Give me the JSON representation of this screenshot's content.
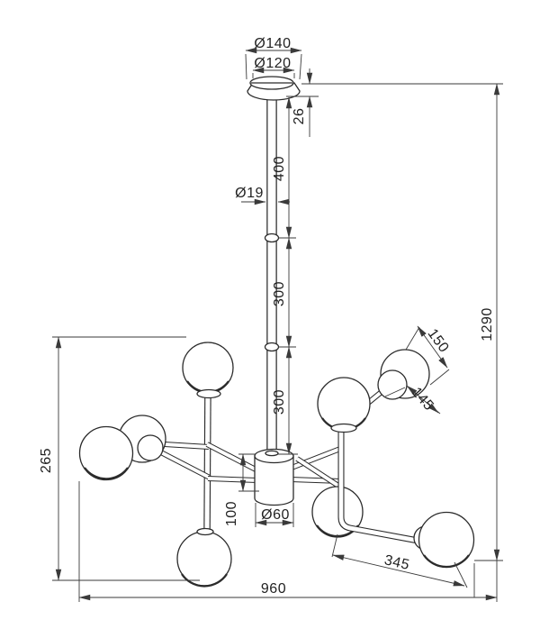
{
  "drawing": {
    "type": "technical-dimension-drawing",
    "subject": "ceiling chandelier with stem, central hub and six ball lamps",
    "units_implied": "mm",
    "colors": {
      "line": "#2b2b2b",
      "dimension_line": "#3a3a3a",
      "background": "#ffffff"
    },
    "dims": {
      "canopy_outer_diameter": "Ø140",
      "canopy_inner_diameter": "Ø120",
      "canopy_height": "26",
      "stem_upper_length": "400",
      "stem_diameter": "Ø19",
      "stem_mid_length": "300",
      "stem_lower_length": "300",
      "overall_height": "1290",
      "lamp_length": "150",
      "lamp_width": "145",
      "left_drop_height": "265",
      "hub_height": "100",
      "hub_diameter": "Ø60",
      "arm_length": "345",
      "overall_width": "960"
    }
  }
}
